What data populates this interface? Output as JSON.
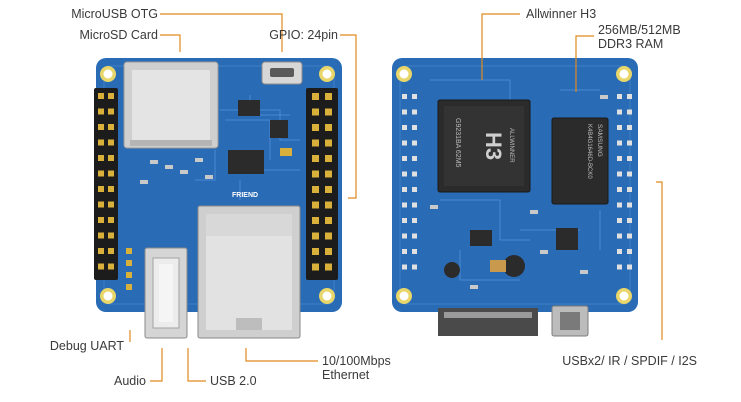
{
  "colors": {
    "board": "#2a6bb5",
    "board_dark": "#1f5291",
    "pcb_trace": "#4b8ad0",
    "header_black": "#1c1c1c",
    "pin_gold": "#d9b03a",
    "silver": "#c9c9c9",
    "chip_dark": "#2b2b2b",
    "leader_line": "#e08a1e",
    "text": "#3a3a3a"
  },
  "labels": {
    "microusb_otg": "MicroUSB  OTG",
    "microsd_card": "MicroSD Card",
    "gpio": "GPIO: 24pin",
    "allwinner_h3": "Allwinner H3",
    "ram_line1": "256MB/512MB",
    "ram_line2": "DDR3 RAM",
    "debug_uart": "Debug UART",
    "audio": "Audio",
    "usb20": "USB 2.0",
    "ethernet_line1": "10/100Mbps",
    "ethernet_line2": "Ethernet",
    "usb_bottom": "USBx2/ IR / SPDIF / I2S"
  },
  "silkscreen": {
    "chip_brand": "ALLWINNER",
    "chip_model": "H3",
    "chip_code": "G9231BA 62M5",
    "ram_brand": "SAMSUNG",
    "ram_part": "K4B4G1646D-BCK0",
    "board_brand": "FRIEND"
  }
}
